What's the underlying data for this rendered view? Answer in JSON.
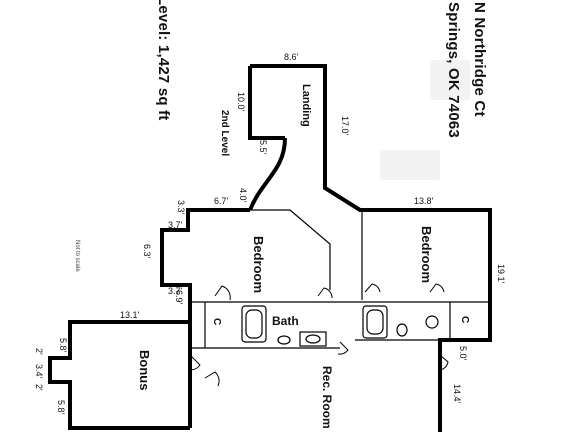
{
  "header": {
    "address_line": "N Northridge Ct",
    "city_line": "Springs, OK 74063",
    "level_area": "Level: 1,427 sq ft"
  },
  "level_label": "2nd Level",
  "rooms": {
    "landing": "Landing",
    "bedroom_left": "Bedroom",
    "bedroom_right": "Bedroom",
    "bath": "Bath",
    "bonus": "Bonus",
    "rec_room": "Rec. Room",
    "closet_left": "C",
    "closet_right": "C"
  },
  "dimensions": {
    "landing_top": "8.6'",
    "landing_left": "10.0'",
    "landing_right": "17.0'",
    "stair_curve": "5.5'",
    "stair_bottom": "4.0'",
    "hall_width": "6.7'",
    "bed_left_a": "3.3'",
    "bed_left_b": "3.7'",
    "bed_left_side": "6.3'",
    "bed_left_c": "3.7'",
    "bed_left_d": "6.9'",
    "bed_right_top": "13.8'",
    "bed_right_side": "19.1'",
    "bed_right_bottom": "5.0'",
    "rec_side": "14.4'",
    "bonus_top": "13.1'",
    "bonus_a": "5.8'",
    "bonus_b": "2'",
    "bonus_c": "3.4'",
    "bonus_d": "2'",
    "bonus_e": "5.8'"
  },
  "disclaimer": "Not to scale"
}
